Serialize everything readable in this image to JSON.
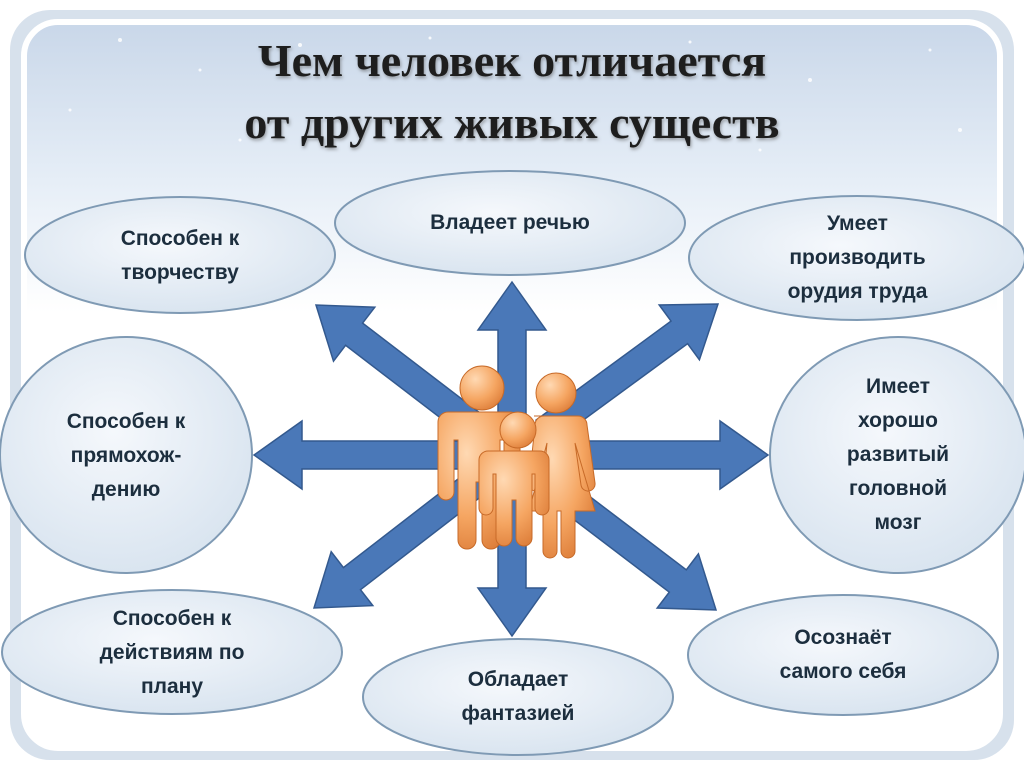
{
  "title": {
    "line1": "Чем человек отличается",
    "line2": "от других живых существ"
  },
  "nodes": {
    "speech": "Владеет речью",
    "tools": "Умеет\nпроизводить\nорудия труда",
    "brain": "Имеет\nхорошо\nразвитый\nголовной\nмозг",
    "self": "Осознаёт\nсамого себя",
    "fantasy": "Обладает\nфантазией",
    "plan": "Способен к\nдействиям по\nплану",
    "walk": "Способен к\nпрямохож-\nдению",
    "creativity": "Способен к\nтворчеству"
  },
  "center_icon": "family-icon",
  "colors": {
    "arrow": "#4a78b8",
    "arrow_edge": "#33598e",
    "bubble_fill": "#e2ecf5",
    "bubble_edge": "#7f9ab4",
    "figure": "#f2a25f",
    "frame": "#b9cbe0"
  }
}
